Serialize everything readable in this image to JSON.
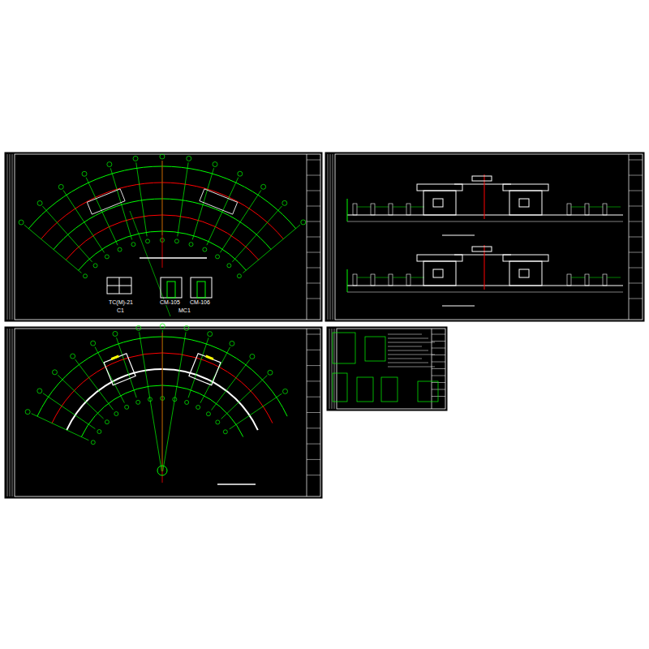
{
  "diagram": {
    "labels": [
      "TC(M)-21",
      "C1",
      "CM-105",
      "CM-106",
      "MC1"
    ]
  }
}
